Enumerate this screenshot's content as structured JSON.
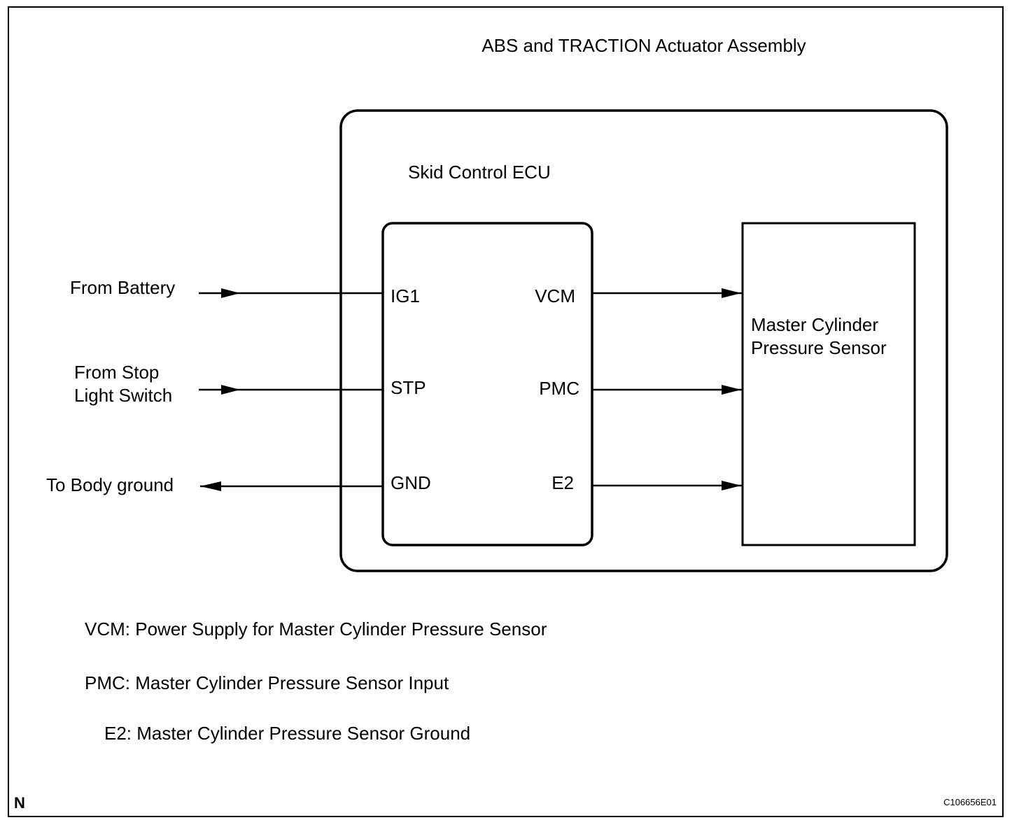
{
  "title": "ABS and TRACTION Actuator Assembly",
  "ecu": {
    "title": "Skid Control ECU"
  },
  "sensor": {
    "line1": "Master Cylinder",
    "line2": "Pressure Sensor"
  },
  "inputs": {
    "battery": "From Battery",
    "stop_line1": "From Stop",
    "stop_line2": "Light Switch",
    "ground": "To Body ground"
  },
  "terminals": {
    "ig1": "IG1",
    "stp": "STP",
    "gnd": "GND",
    "vcm": "VCM",
    "pmc": "PMC",
    "e2": "E2"
  },
  "legend": [
    "VCM: Power Supply for Master Cylinder Pressure Sensor",
    "PMC: Master Cylinder Pressure Sensor Input",
    "E2: Master Cylinder Pressure Sensor Ground"
  ],
  "corner_mark": "N",
  "figure_code": "C106656E01",
  "colors": {
    "line": "#000000",
    "background": "#ffffff"
  }
}
